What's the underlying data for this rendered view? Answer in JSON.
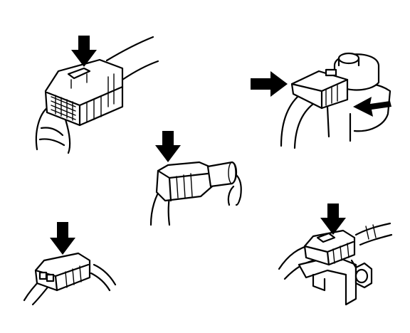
{
  "diagram": {
    "panels": [
      {
        "name": "multi-pin-connector-on-harness",
        "icon": "connector-press-tab-icon"
      },
      {
        "name": "sensor-connector-squeeze-sides",
        "icon": "connector-squeeze-icon"
      },
      {
        "name": "inline-connector-with-wires",
        "icon": "connector-press-tab-icon"
      },
      {
        "name": "small-two-pin-connector",
        "icon": "connector-press-tab-icon"
      },
      {
        "name": "connector-on-bracket",
        "icon": "connector-press-tab-icon"
      }
    ],
    "colors": {
      "line": "#000000",
      "background": "#ffffff"
    }
  }
}
